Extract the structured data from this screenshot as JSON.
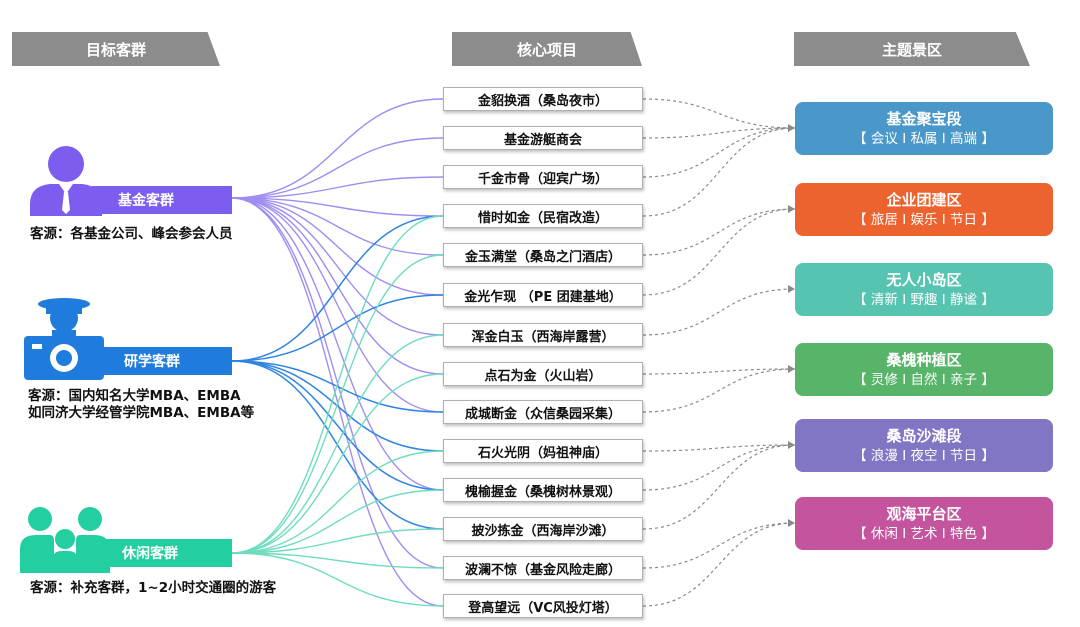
{
  "headers": {
    "left": "目标客群",
    "middle": "核心项目",
    "right": "主题景区"
  },
  "customers": [
    {
      "label": "基金客群",
      "source": [
        "客源：各基金公司、峰会参会人员"
      ],
      "color": "#7d5cf0",
      "icon": "person-suit-icon"
    },
    {
      "label": "研学客群",
      "source": [
        "客源：国内知名大学MBA、EMBA",
        "如同济大学经管学院MBA、EMBA等"
      ],
      "color": "#1f7bdc",
      "icon": "student-camera-icon"
    },
    {
      "label": "休闲客群",
      "source": [
        "客源：补充客群，1~2小时交通圈的游客"
      ],
      "color": "#23cfa0",
      "icon": "family-icon"
    }
  ],
  "projects": [
    "金貂换酒（桑岛夜市）",
    "基金游艇商会",
    "千金市骨（迎宾广场）",
    "惜时如金（民宿改造）",
    "金玉满堂（桑岛之门酒店）",
    "金光乍现 （PE 团建基地）",
    "浑金白玉（西海岸露营）",
    "点石为金（火山岩）",
    "成城断金（众信桑园采集）",
    "石火光阴（妈祖神庙）",
    "槐榆握金（桑槐树林景观）",
    "披沙拣金（西海岸沙滩）",
    "波澜不惊（基金风险走廊）",
    "登高望远（VC风投灯塔）"
  ],
  "zones": [
    {
      "title": "基金聚宝段",
      "sub": "【 会议 I 私属 I 高端 】",
      "color": "#4a97c9"
    },
    {
      "title": "企业团建区",
      "sub": "【 旅居 I 娱乐 I 节日 】",
      "color": "#ec6330"
    },
    {
      "title": "无人小岛区",
      "sub": "【 清新 I 野趣 I 静谧 】",
      "color": "#56c4b0"
    },
    {
      "title": "桑槐种植区",
      "sub": "【 灵修 I 自然 I 亲子 】",
      "color": "#57b468"
    },
    {
      "title": "桑岛沙滩段",
      "sub": "【 浪漫 I 夜空 I 节日 】",
      "color": "#8176c4"
    },
    {
      "title": "观海平台区",
      "sub": "【 休闲 I 艺术 I 特色 】",
      "color": "#c3549d"
    }
  ],
  "links": {
    "customer_to_project": [
      [
        0,
        1,
        2,
        3,
        4,
        5,
        6,
        7,
        8,
        10,
        12,
        13
      ],
      [
        3,
        5,
        8,
        9,
        10,
        11
      ],
      [
        3,
        4,
        6,
        7,
        9,
        10,
        11,
        12,
        13
      ]
    ],
    "project_to_zone": [
      [
        0,
        0
      ],
      [
        1,
        0
      ],
      [
        2,
        0
      ],
      [
        3,
        0
      ],
      [
        4,
        1
      ],
      [
        5,
        1
      ],
      [
        6,
        2
      ],
      [
        7,
        3
      ],
      [
        8,
        3
      ],
      [
        9,
        4
      ],
      [
        10,
        4
      ],
      [
        11,
        4
      ],
      [
        12,
        5
      ],
      [
        13,
        5
      ]
    ]
  }
}
